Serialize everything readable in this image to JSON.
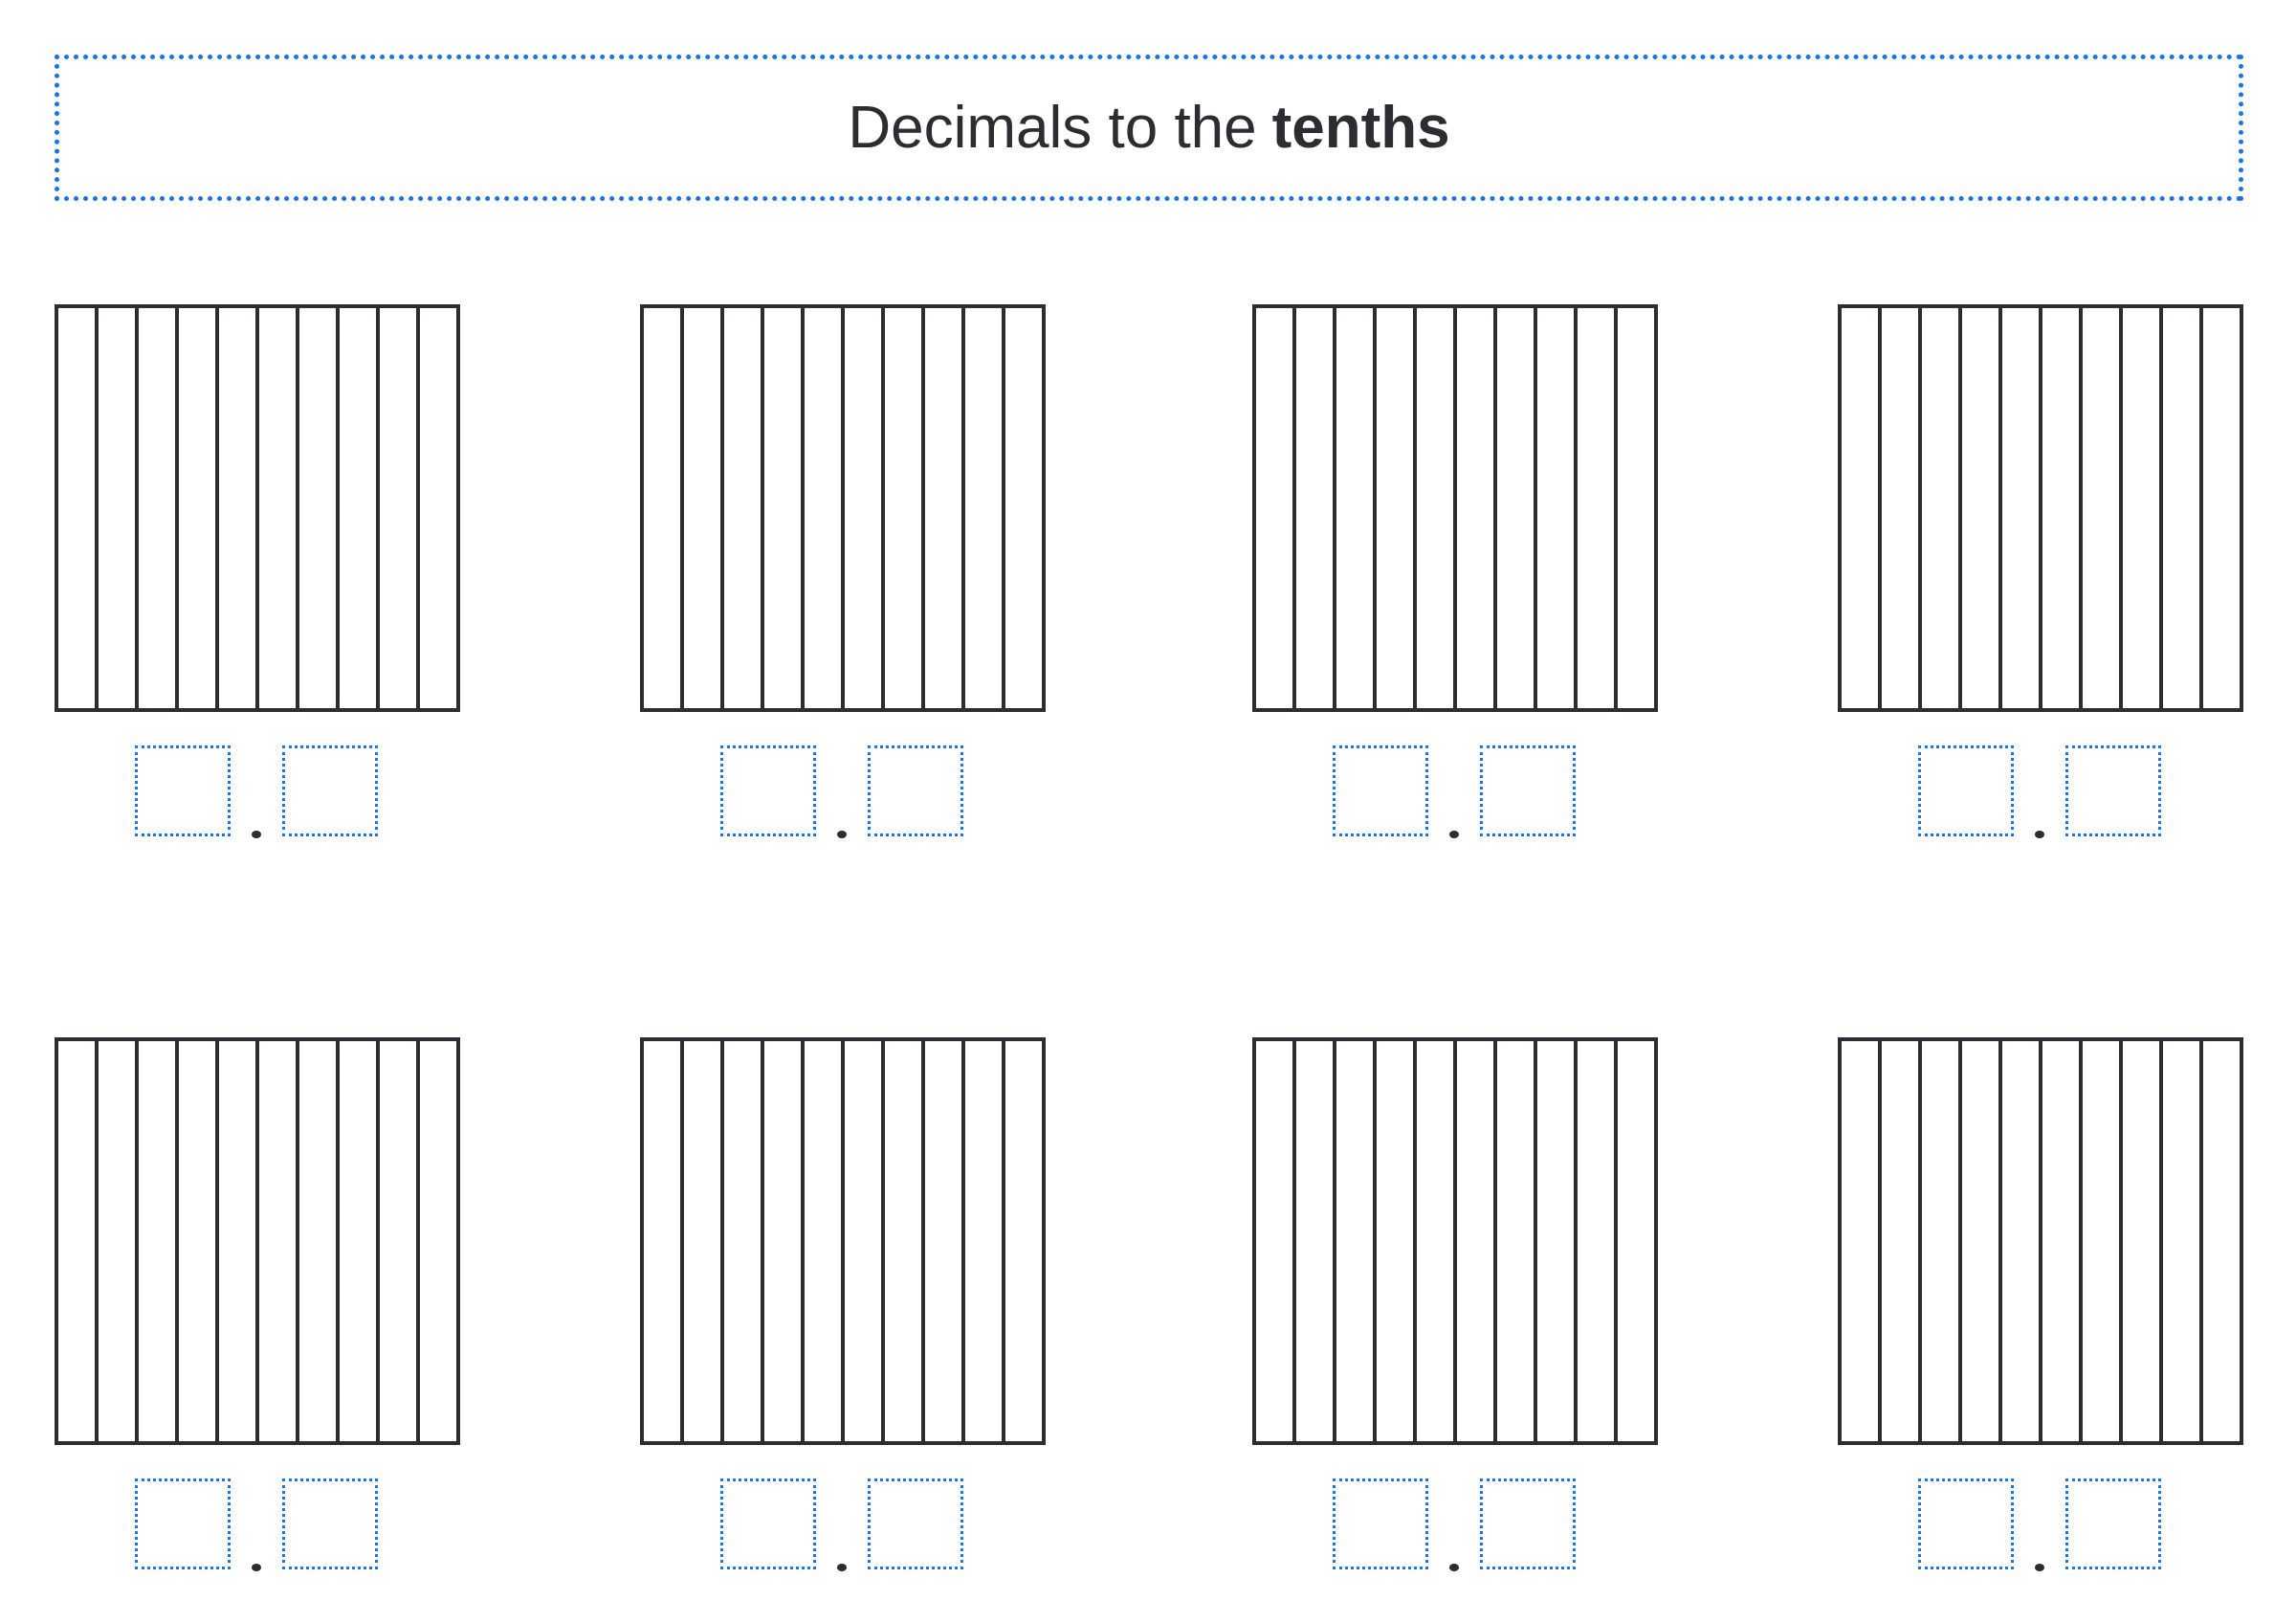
{
  "title": {
    "prefix": "Decimals to the",
    "emphasis": "tenths"
  },
  "problems": [
    {
      "parts": 10
    },
    {
      "parts": 10
    },
    {
      "parts": 10
    },
    {
      "parts": 10
    },
    {
      "parts": 10
    },
    {
      "parts": 10
    },
    {
      "parts": 10
    },
    {
      "parts": 10
    }
  ],
  "colors": {
    "accent": "#1a73e8",
    "ink": "#2b2d33"
  }
}
